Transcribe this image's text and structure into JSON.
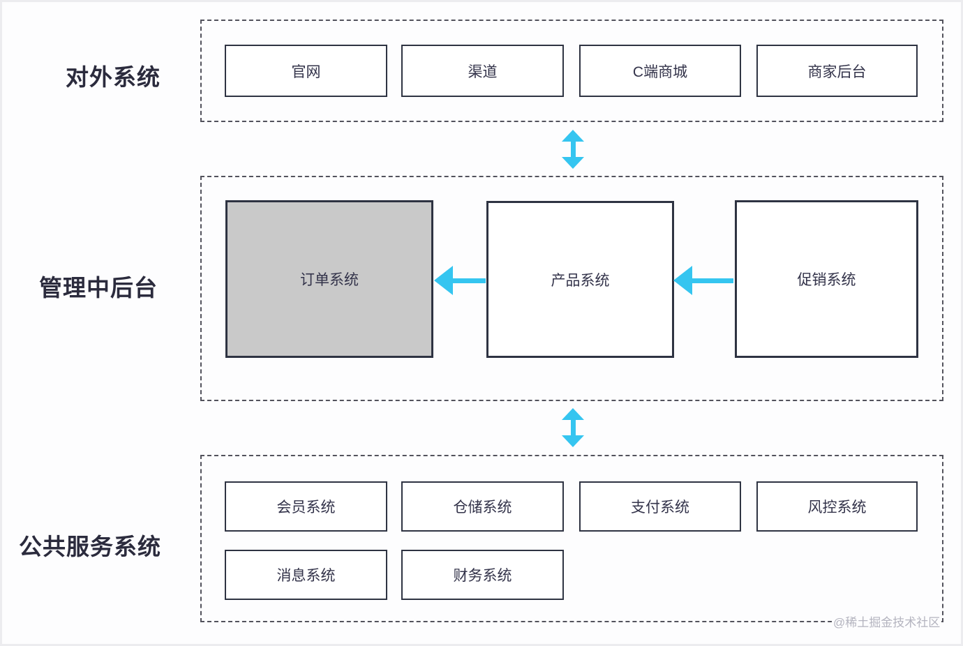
{
  "colors": {
    "arrow": "#35c5f0",
    "box_border": "#2e3342",
    "box_text": "#33334a",
    "label_text": "#2b2b3d",
    "highlight_fill": "#c9c9c9",
    "dashed_border": "#52525c",
    "watermark_color": "#b4b4bf",
    "background": "#fdfdfe"
  },
  "diagram": {
    "sections": [
      {
        "label": "对外系统",
        "boxes": [
          {
            "label": "官网"
          },
          {
            "label": "渠道"
          },
          {
            "label": "C端商城"
          },
          {
            "label": "商家后台"
          }
        ]
      },
      {
        "label": "管理中后台",
        "boxes": [
          {
            "label": "订单系统",
            "highlighted": true
          },
          {
            "label": "产品系统"
          },
          {
            "label": "促销系统"
          }
        ]
      },
      {
        "label": "公共服务系统",
        "boxes": [
          {
            "label": "会员系统"
          },
          {
            "label": "仓储系统"
          },
          {
            "label": "支付系统"
          },
          {
            "label": "风控系统"
          },
          {
            "label": "消息系统"
          },
          {
            "label": "财务系统"
          }
        ]
      }
    ],
    "connectors": [
      {
        "type": "bidirectional-vertical",
        "from": "对外系统",
        "to": "管理中后台"
      },
      {
        "type": "arrow-left",
        "from": "产品系统",
        "to": "订单系统"
      },
      {
        "type": "arrow-left",
        "from": "促销系统",
        "to": "产品系统"
      },
      {
        "type": "bidirectional-vertical",
        "from": "管理中后台",
        "to": "公共服务系统"
      }
    ],
    "watermark": "@稀土掘金技术社区"
  }
}
